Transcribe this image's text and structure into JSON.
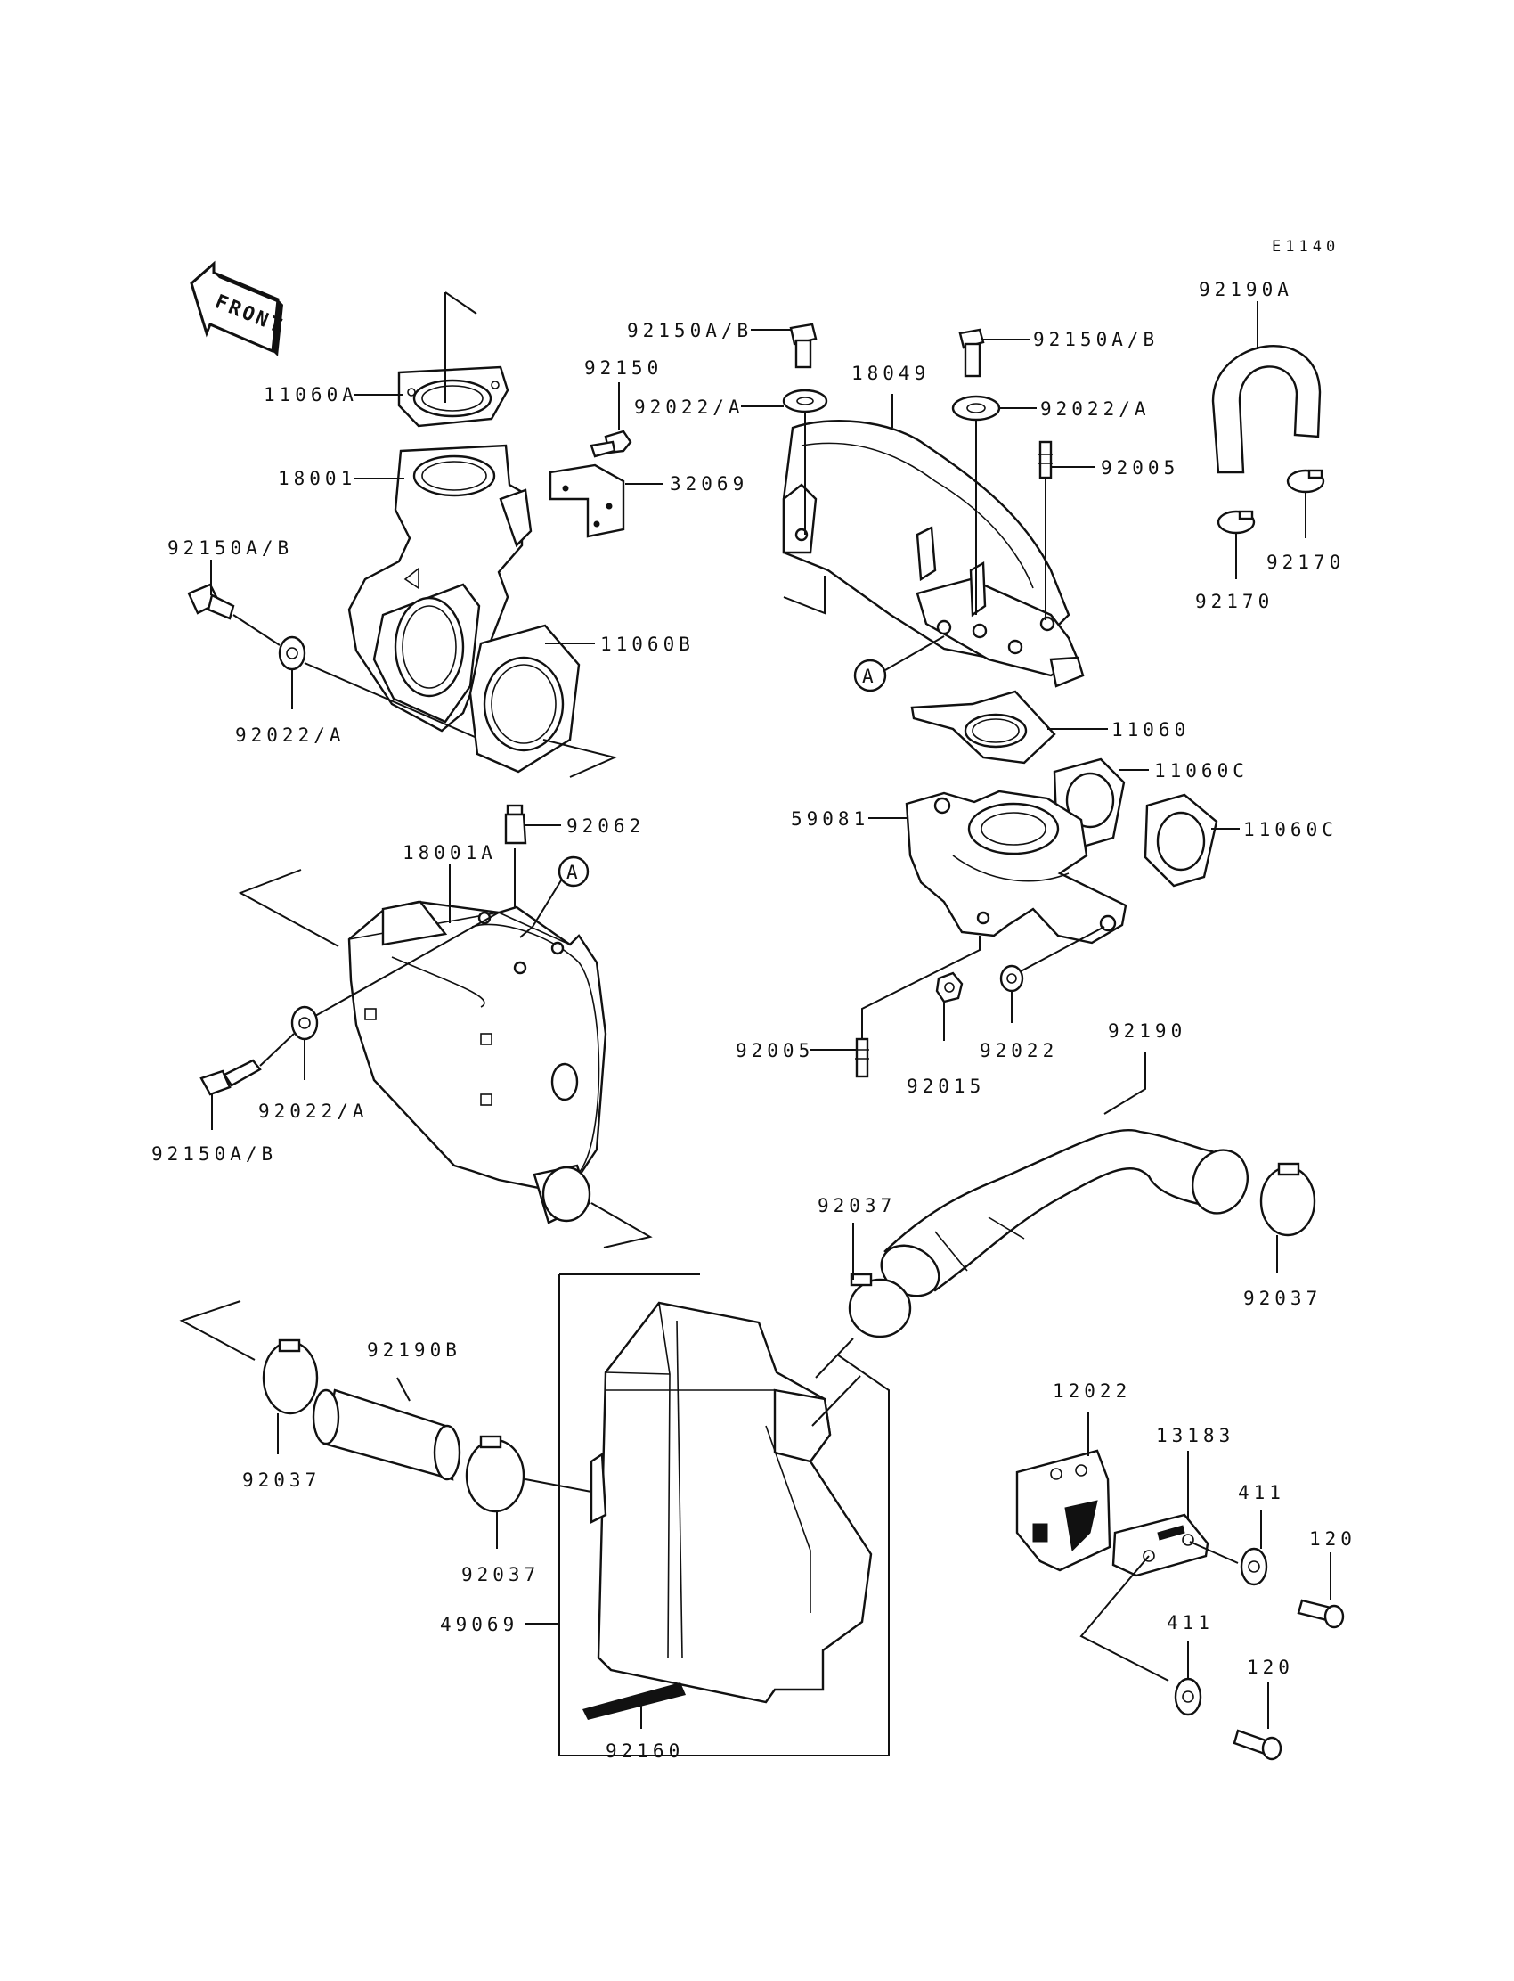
{
  "diagram_code": "E1140",
  "front_label": "FRONT",
  "callout_letter": "A",
  "labels": {
    "p11060A": "11060A",
    "p18001": "18001",
    "p92150": "92150",
    "p32069": "32069",
    "p92150AB_left": "92150A/B",
    "p92022A_left": "92022/A",
    "p11060B": "11060B",
    "p92150AB_top_a": "92150A/B",
    "p92150AB_top_b": "92150A/B",
    "p18049": "18049",
    "p92022A_top_a": "92022/A",
    "p92022A_top_b": "92022/A",
    "p92005_top": "92005",
    "p92190A": "92190A",
    "p92170_a": "92170",
    "p92170_b": "92170",
    "p11060": "11060",
    "p11060C_a": "11060C",
    "p11060C_b": "11060C",
    "p59081": "59081",
    "p92062": "92062",
    "p18001A": "18001A",
    "p92022A_mid": "92022/A",
    "p92150AB_mid": "92150A/B",
    "p92005_mid": "92005",
    "p92015": "92015",
    "p92022": "92022",
    "p92190": "92190",
    "p92037_a": "92037",
    "p92037_b": "92037",
    "p92190B": "92190B",
    "p92037_c": "92037",
    "p92037_d": "92037",
    "p49069": "49069",
    "p92160": "92160",
    "p12022": "12022",
    "p13183": "13183",
    "p411_a": "411",
    "p411_b": "411",
    "p120_a": "120",
    "p120_b": "120"
  }
}
